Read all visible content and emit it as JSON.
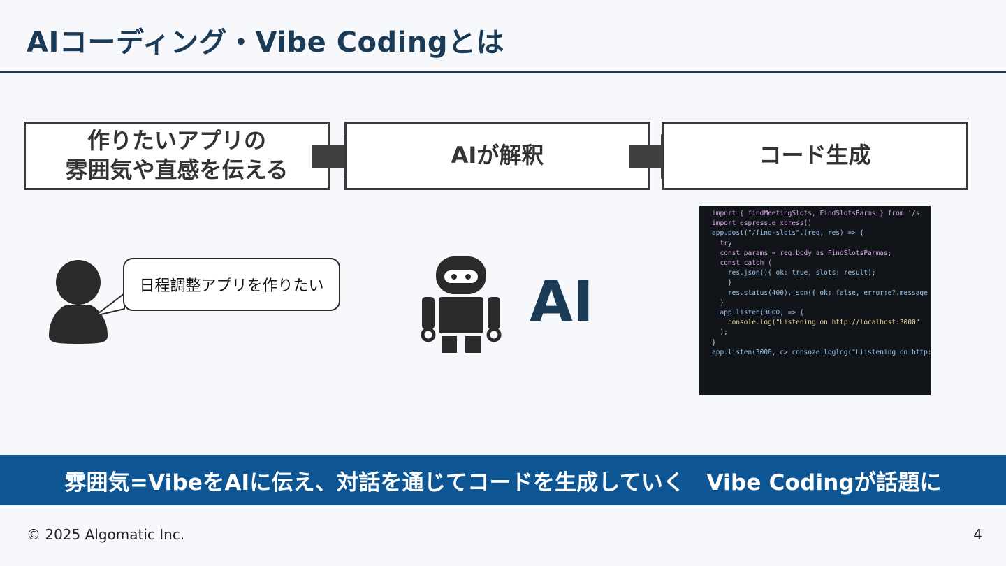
{
  "slide": {
    "title": "AIコーディング・Vibe Codingとは",
    "steps": [
      {
        "label": "作りたいアプリの\n雰囲気や直感を伝える"
      },
      {
        "label": "AIが解釈"
      },
      {
        "label": "コード生成"
      }
    ],
    "speech_bubble": "日程調整アプリを作りたい",
    "ai_label": "AI",
    "code_lines": [
      "import { findMeetingSlots, FindSlotsParms } from '/s",
      "",
      "import espress.e xpress()",
      "",
      "app.post(\"/find-slots\".(req, res) => {",
      "  try",
      "  const params = req.body as FindSlotsParmas;",
      "  const catch (",
      "    res.json(){ ok: true, slots: result);",
      "    }",
      "    res.status(400).json({ ok: false, error:e?.message ?",
      "  }",
      "  app.listen(3000, => {",
      "    console.log(\"Listening on http://localhost:3000\"",
      "  );",
      "}",
      "app.listen(3000, c> consoze.loglog(\"Liistening on http:"
    ],
    "banner": "雰囲気=VibeをAIに伝え、対話を通じてコードを生成していく　Vibe Codingが話題に",
    "footer": {
      "copyright": "© 2025 Algomatic Inc.",
      "page_number": "4"
    }
  },
  "colors": {
    "background": "#f7f8fc",
    "title": "#1b3a55",
    "banner": "#0e5593",
    "arrow": "#404040",
    "code_bg": "#111418"
  },
  "icons": [
    "person-icon",
    "robot-icon",
    "arrow-right-icon"
  ]
}
